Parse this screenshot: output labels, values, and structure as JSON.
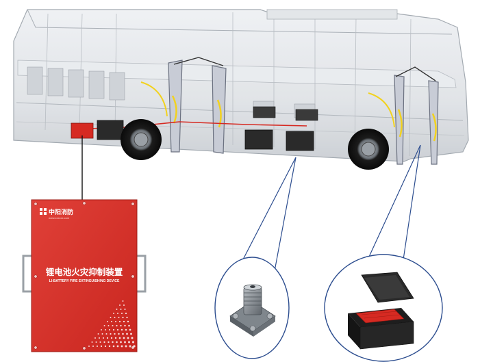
{
  "device": {
    "brand_cn": "中阳消防",
    "website": "www.xxxxxx.com",
    "title_cn": "锂电池火灾抑制装置",
    "title_en": "LI-BATTERY FIRE EXTINGUISHING DEVICE"
  },
  "colors": {
    "device_red": "#d8322b",
    "callout_line": "#2c4d8f",
    "leader_line": "#111111",
    "bus_glass": "#d9dde2",
    "bus_outline": "#9ca3ab",
    "battery": "#2a2a2a",
    "cable": "#d62a22",
    "detector_body": "#8f959b"
  },
  "components": {
    "nozzle": "fire-suppression-nozzle-icon",
    "detector": "battery-box-detector-icon"
  }
}
